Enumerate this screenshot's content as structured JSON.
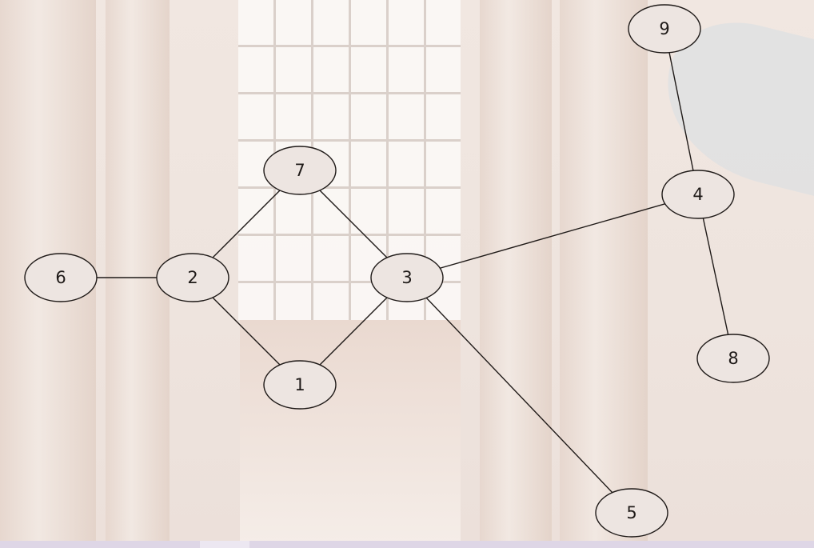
{
  "graph": {
    "nodes": [
      {
        "id": "1",
        "label": "1"
      },
      {
        "id": "2",
        "label": "2"
      },
      {
        "id": "3",
        "label": "3"
      },
      {
        "id": "4",
        "label": "4"
      },
      {
        "id": "5",
        "label": "5"
      },
      {
        "id": "6",
        "label": "6"
      },
      {
        "id": "7",
        "label": "7"
      },
      {
        "id": "8",
        "label": "8"
      },
      {
        "id": "9",
        "label": "9"
      }
    ],
    "edges": [
      {
        "from": "6",
        "to": "2"
      },
      {
        "from": "2",
        "to": "7"
      },
      {
        "from": "2",
        "to": "1"
      },
      {
        "from": "7",
        "to": "3"
      },
      {
        "from": "1",
        "to": "3"
      },
      {
        "from": "3",
        "to": "4"
      },
      {
        "from": "3",
        "to": "5"
      },
      {
        "from": "4",
        "to": "9"
      },
      {
        "from": "4",
        "to": "8"
      }
    ]
  },
  "colors": {
    "node_fill": "#ede5e1",
    "stroke": "#1f1a18",
    "background": "#efe6e1"
  }
}
